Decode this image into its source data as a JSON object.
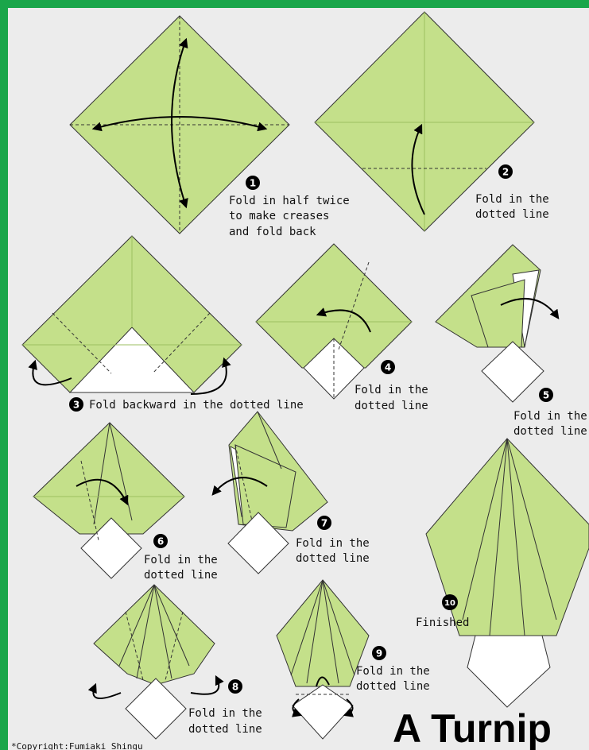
{
  "title": "A Turnip",
  "copyright": "*Copyright:Fumiaki Shingu",
  "colors": {
    "border": "#1aa64a",
    "paper_green": "#c4e08a",
    "paper_white": "#ffffff",
    "background": "#ececec"
  },
  "steps": [
    {
      "number": "1",
      "lines": [
        "Fold in half twice",
        "to make creases",
        "and fold back"
      ]
    },
    {
      "number": "2",
      "lines": [
        "Fold in the",
        "dotted line"
      ]
    },
    {
      "number": "3",
      "lines": [
        "Fold backward in the dotted line"
      ]
    },
    {
      "number": "4",
      "lines": [
        "Fold in the",
        "dotted line"
      ]
    },
    {
      "number": "5",
      "lines": [
        "Fold in the",
        "dotted line"
      ]
    },
    {
      "number": "6",
      "lines": [
        "Fold in the",
        "dotted line"
      ]
    },
    {
      "number": "7",
      "lines": [
        "Fold in the",
        "dotted line"
      ]
    },
    {
      "number": "8",
      "lines": [
        "Fold in the",
        "dotted line"
      ]
    },
    {
      "number": "9",
      "lines": [
        "Fold in the",
        "dotted line"
      ]
    },
    {
      "number": "10",
      "lines": [
        "Finished"
      ]
    }
  ]
}
